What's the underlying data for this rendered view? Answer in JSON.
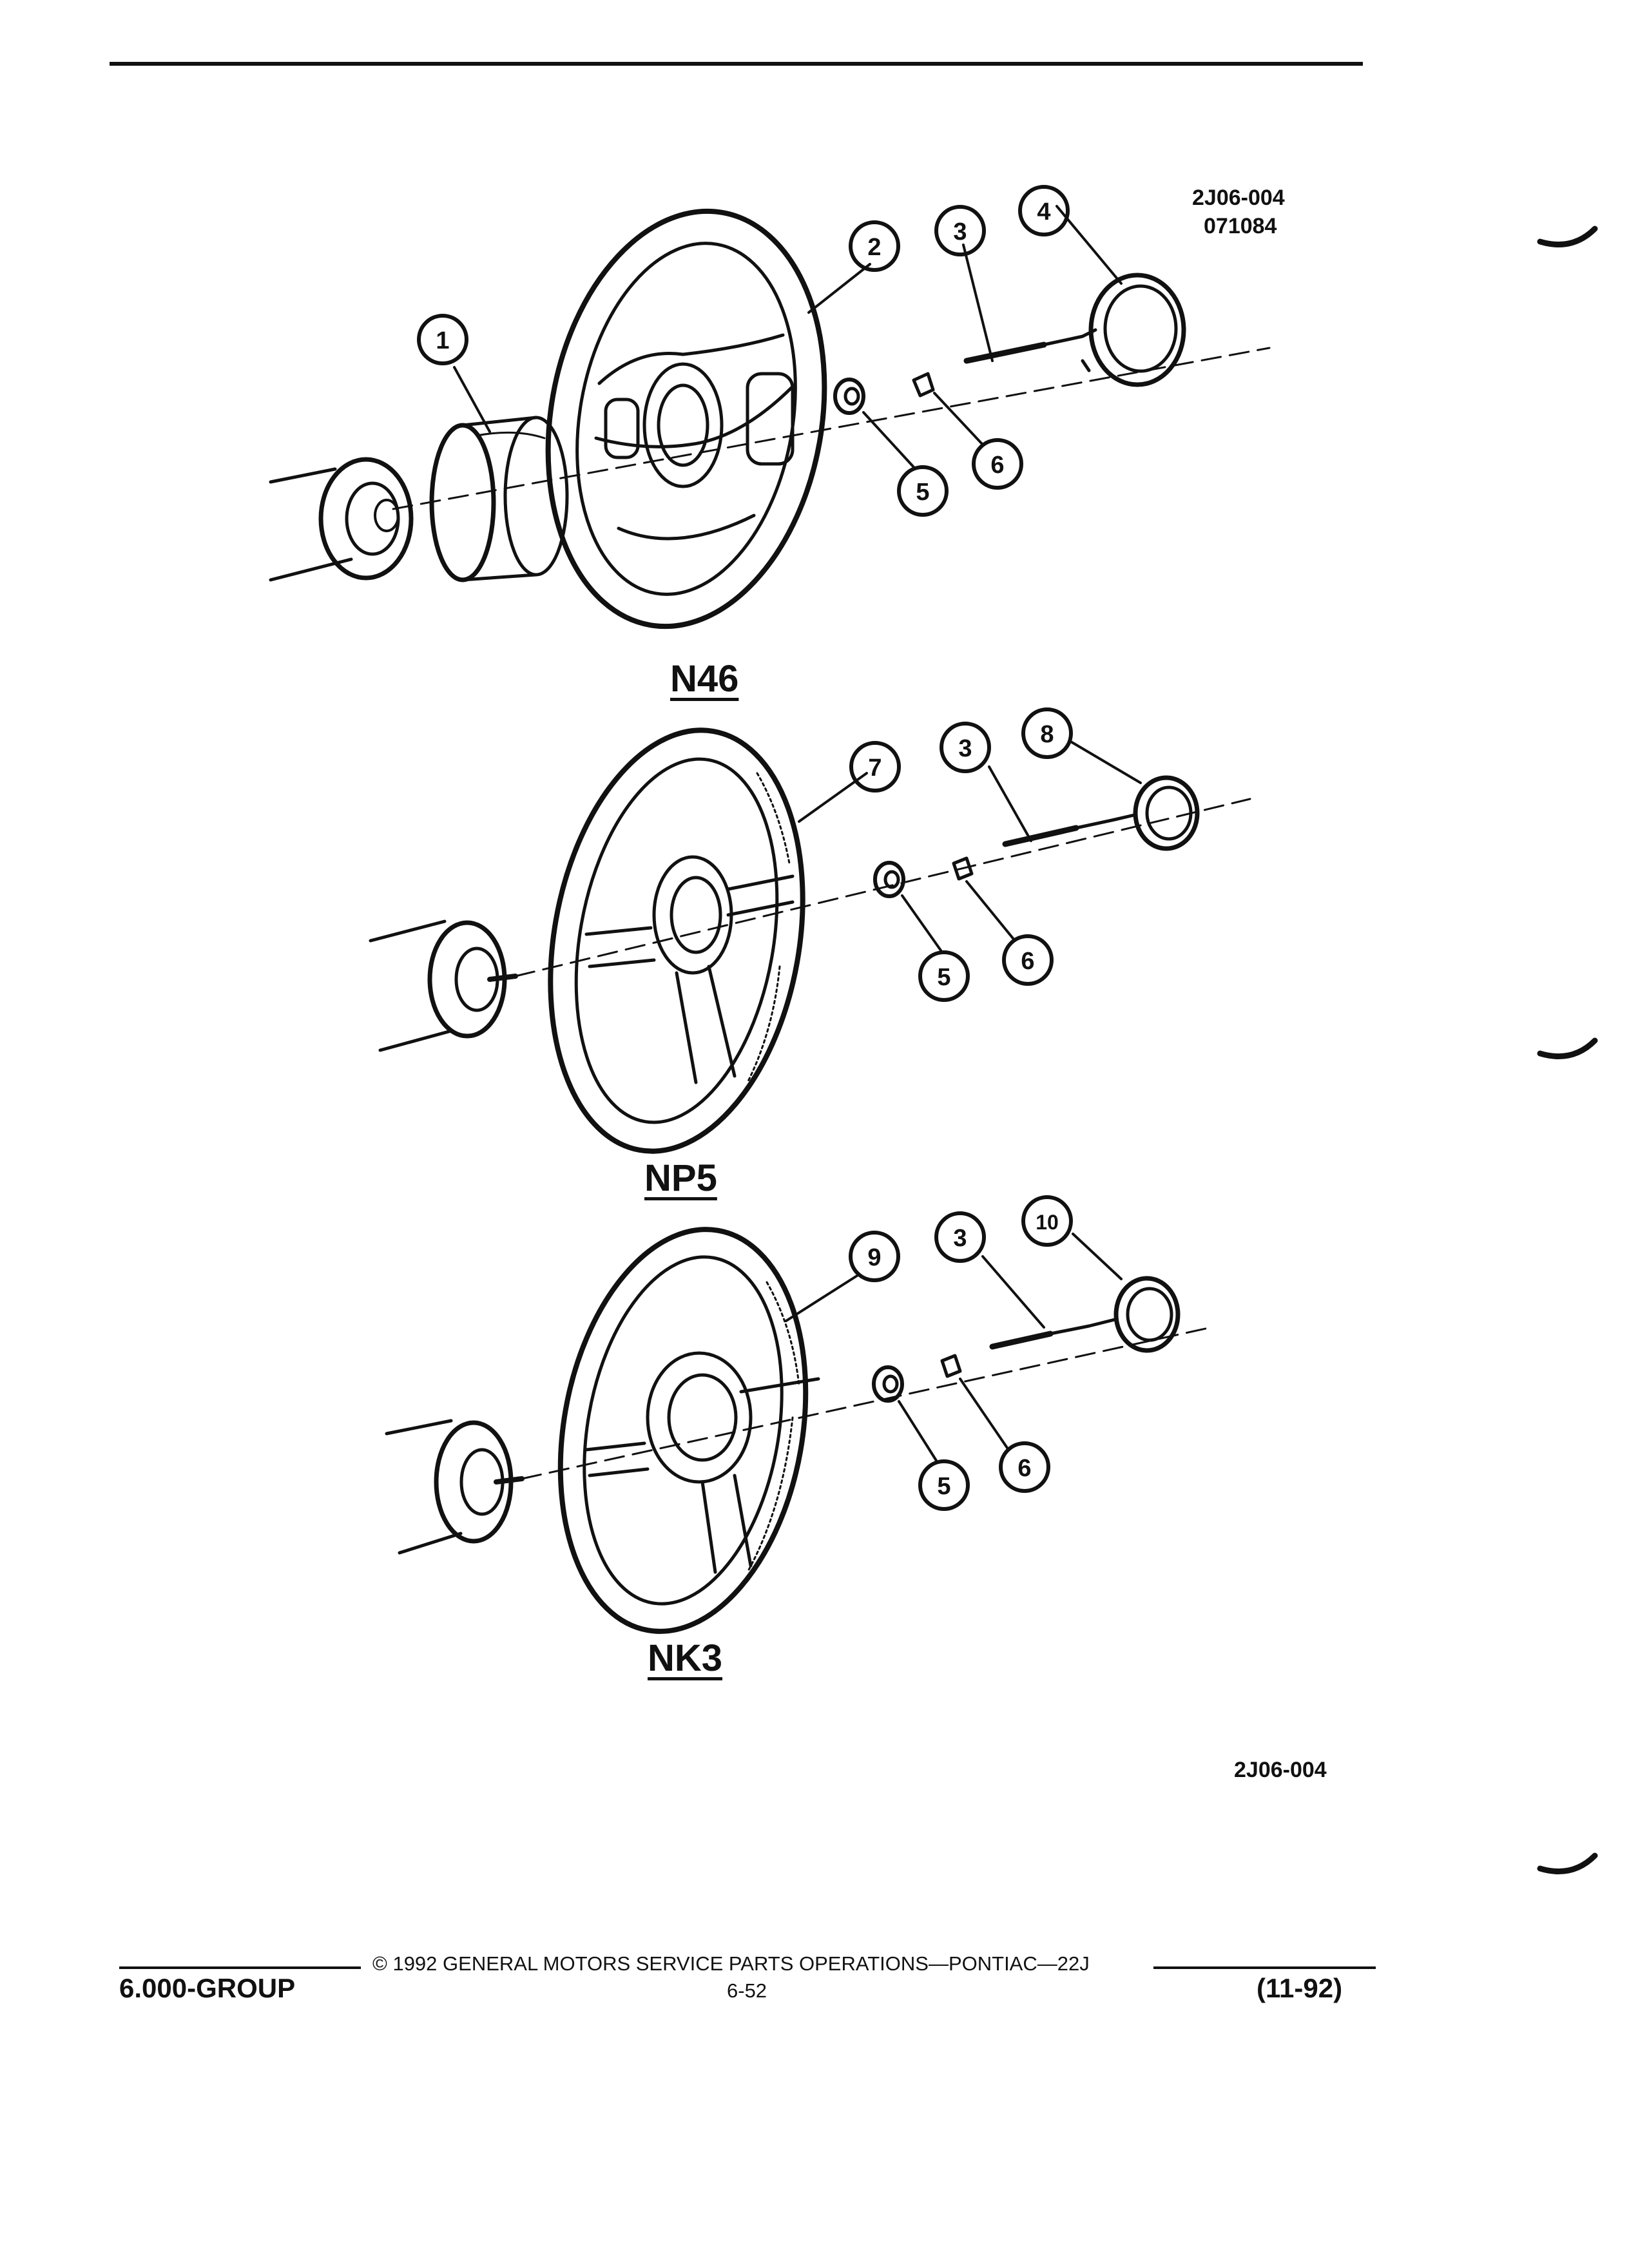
{
  "header": {
    "figure_code": "2J06-004",
    "figure_date": "071084"
  },
  "assemblies": [
    {
      "label": "N46",
      "callouts": [
        "1",
        "2",
        "3",
        "4",
        "5",
        "6"
      ]
    },
    {
      "label": "NP5",
      "callouts": [
        "7",
        "3",
        "8",
        "5",
        "6"
      ]
    },
    {
      "label": "NK3",
      "callouts": [
        "9",
        "3",
        "10",
        "5",
        "6"
      ]
    }
  ],
  "bottom_code": "2J06-004",
  "footer": {
    "copyright": "© 1992 GENERAL MOTORS SERVICE PARTS OPERATIONS—PONTIAC—22J",
    "page": "6-52",
    "group": "6.000-GROUP",
    "date": "(11-92)"
  }
}
